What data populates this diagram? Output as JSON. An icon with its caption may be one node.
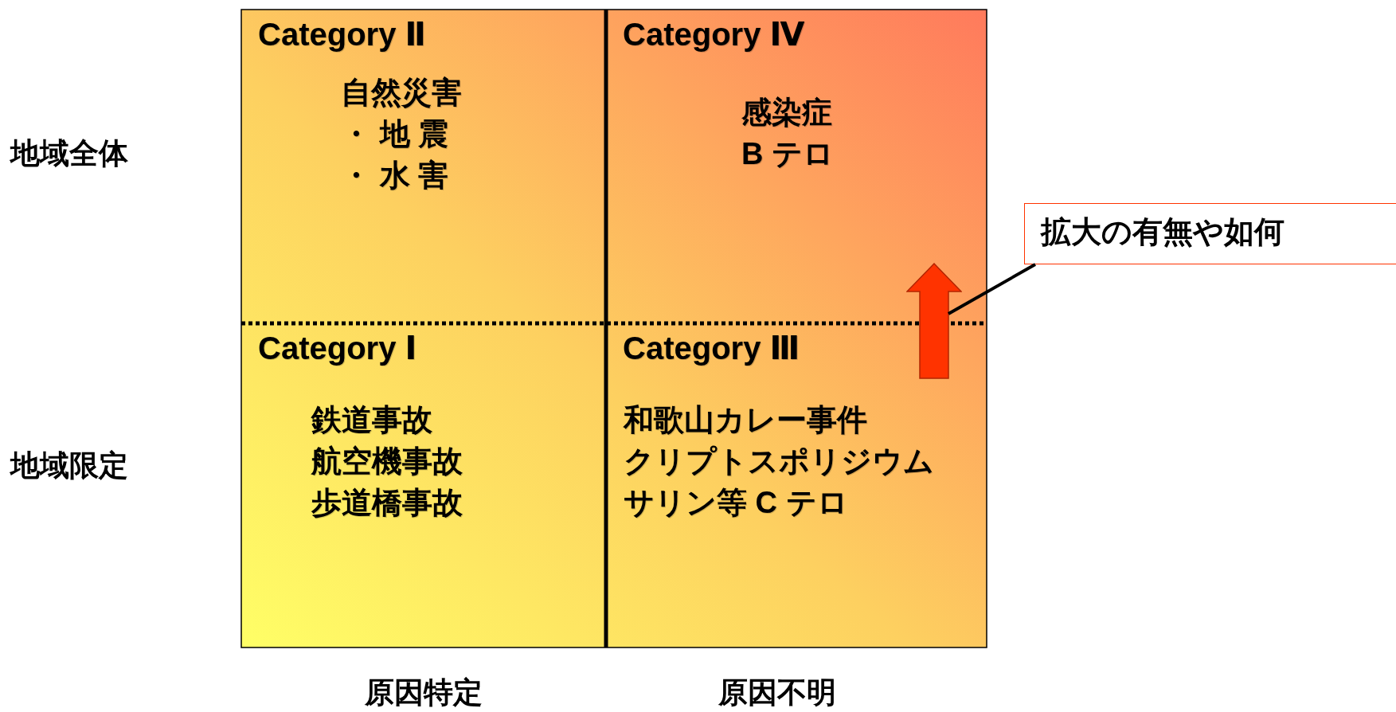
{
  "diagram": {
    "nodes": [
      {
        "text": [
          "Category Ⅱ",
          "自然災害",
          "・ 地 震",
          "・ 水 害"
        ]
      },
      {
        "text": [
          "Category Ⅳ",
          "感染症",
          "B テロ"
        ]
      },
      {
        "text": [
          "拡大の有無や如何"
        ]
      },
      {
        "text": [],
        "shape": "arrow"
      },
      {
        "text": [
          "Category Ⅰ",
          "鉄道事故",
          "航空機事故",
          "歩道橋事故"
        ]
      },
      {
        "text": [
          "Category Ⅲ",
          "和歌山カレー事件",
          "クリプトスポリジウム",
          "サリン等 C テロ"
        ]
      }
    ],
    "edges": [
      {
        "from": 2,
        "to": 3,
        "arrow": "none"
      }
    ],
    "labels": [
      "地域全体",
      "地域限定",
      "原因特定",
      "原因不明"
    ]
  }
}
